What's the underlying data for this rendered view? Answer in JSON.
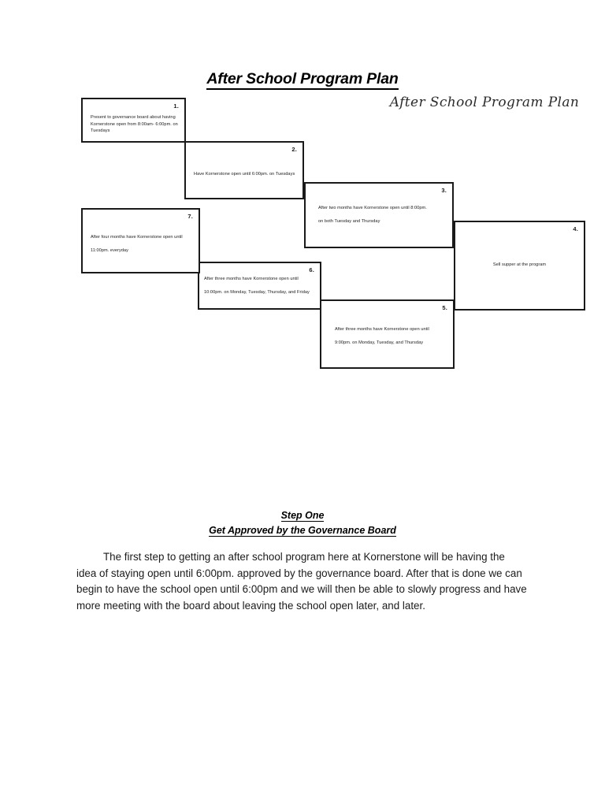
{
  "document": {
    "title": "After School Program Plan",
    "script_title": "After School Program Plan"
  },
  "diagram": {
    "name": "after-school-program-plan-step-flow",
    "boxes": [
      {
        "number": "1.",
        "text": "Present to governance board about having Kornerstone open from 8:00am- 6:00pm. on Tuesdays"
      },
      {
        "number": "2.",
        "text": "Have Kornerstone open until 6:00pm. on Tuesdays"
      },
      {
        "number": "3.",
        "line1": "After two months have Kornerstone open until 8:00pm.",
        "line2": "on both Tuesday and Thursday"
      },
      {
        "number": "4.",
        "text": "Sell supper at the program"
      },
      {
        "number": "5.",
        "line1": "After three months have Kornerstone open until",
        "line2": "9:00pm. on Monday, Tuesday, and  Thursday"
      },
      {
        "number": "6.",
        "line1": "After three months have Kornerstone open until",
        "line2": "10:00pm. on Monday, Tuesday, Thursday, and Friday"
      },
      {
        "number": "7.",
        "line1": "After four months have Kornerstone open until",
        "line2": "11:00pm. everyday"
      }
    ]
  },
  "section": {
    "heading_1": "Step One",
    "heading_2": "Get Approved by the Governance Board",
    "paragraph": "The first step to getting an after school program here at Kornerstone will be having the idea of staying open until 6:00pm. approved by the governance board. After that is done we can begin to have the school open until 6:00pm and we will then be able to slowly progress and have more meeting with the board about leaving the school open later, and later."
  }
}
